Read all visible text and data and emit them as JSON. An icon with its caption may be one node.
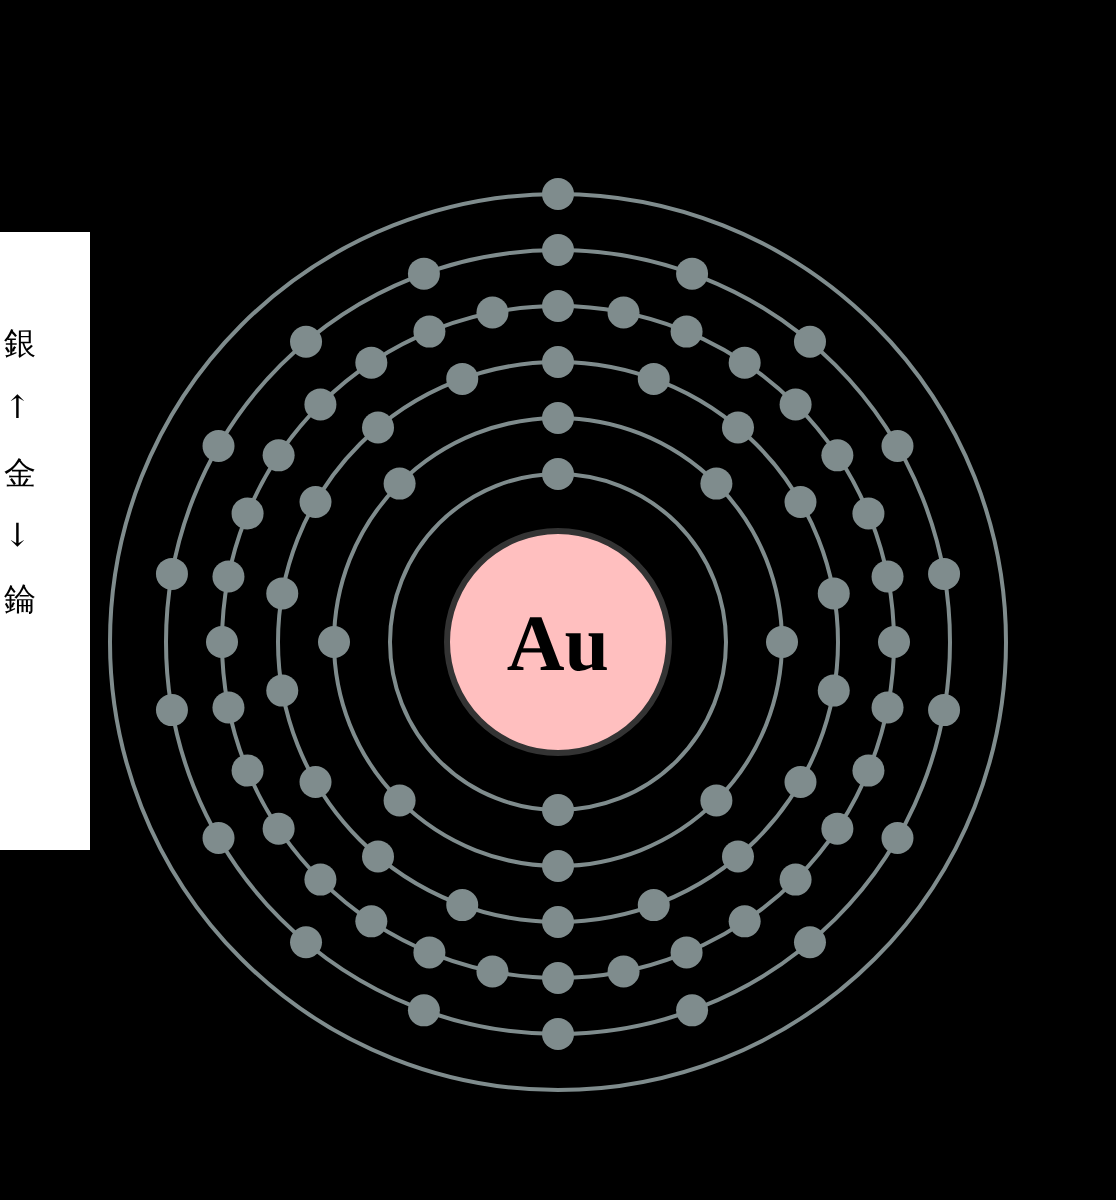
{
  "diagram": {
    "nodes": [
      {
        "text": [
          "銀",
          "↑",
          "金",
          "↓",
          "錀"
        ]
      },
      {
        "text": [
          "Au"
        ]
      }
    ]
  }
}
